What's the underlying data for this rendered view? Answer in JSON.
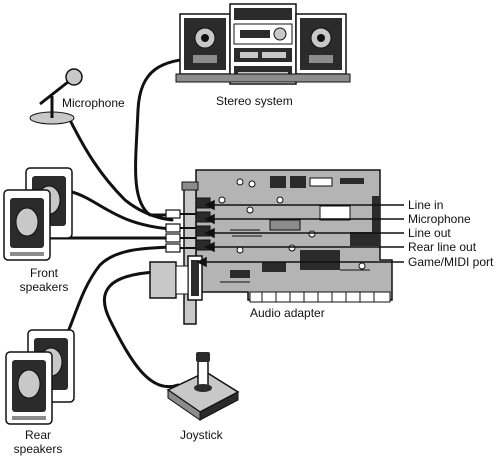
{
  "labels": {
    "stereo_system": "Stereo system",
    "microphone": "Microphone",
    "front_speakers_line1": "Front",
    "front_speakers_line2": "speakers",
    "rear_speakers_line1": "Rear",
    "rear_speakers_line2": "speakers",
    "audio_adapter": "Audio adapter",
    "joystick": "Joystick"
  },
  "ports": [
    "Line in",
    "Microphone",
    "Line out",
    "Rear line out",
    "Game/MIDI port"
  ],
  "colors": {
    "ink": "#111111",
    "dark_fill": "#2b2b2b",
    "mid_gray": "#8c8c8c",
    "light_gray": "#c8c8c8",
    "board": "#b4b4b4",
    "background": "#ffffff"
  }
}
